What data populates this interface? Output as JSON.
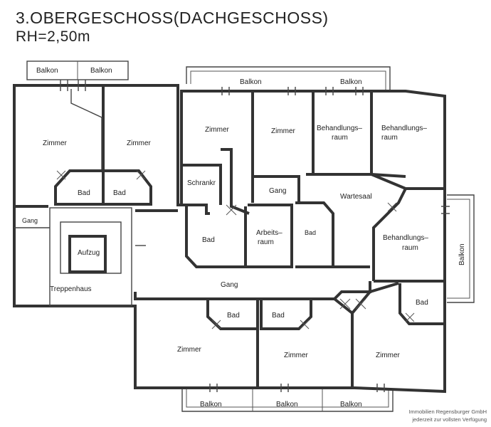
{
  "title": "3.OBERGESCHOSS(DACHGESCHOSS)",
  "subtitle": "RH=2,50m",
  "rooms": {
    "balkon_top_left_1": "Balkon",
    "balkon_top_left_2": "Balkon",
    "balkon_top_mid": "Balkon",
    "balkon_top_right": "Balkon",
    "zimmer_left_1": "Zimmer",
    "zimmer_left_2": "Zimmer",
    "bad_left_1": "Bad",
    "bad_left_2": "Bad",
    "gang_left": "Gang",
    "aufzug": "Aufzug",
    "treppenhaus": "Treppenhaus",
    "zimmer_mid_1": "Zimmer",
    "zimmer_mid_2": "Zimmer",
    "behandlungsraum_1_line1": "Behandlungs–",
    "behandlungsraum_1_line2": "raum",
    "behandlungsraum_2_line1": "Behandlungs–",
    "behandlungsraum_2_line2": "raum",
    "schrankr": "Schrankr",
    "gang_center": "Gang",
    "wartesaal": "Wartesaal",
    "bad_center": "Bad",
    "arbeitsraum_line1": "Arbeits–",
    "arbeitsraum_line2": "raum",
    "bad_small": "Bad",
    "behandlungsraum_3_line1": "Behandlungs–",
    "behandlungsraum_3_line2": "raum",
    "balkon_right": "Balkon",
    "gang_main": "Gang",
    "bad_bottom_1": "Bad",
    "bad_bottom_2": "Bad",
    "bad_bottom_3": "Bad",
    "zimmer_bottom_1": "Zimmer",
    "zimmer_bottom_2": "Zimmer",
    "zimmer_bottom_3": "Zimmer",
    "balkon_bottom_1": "Balkon",
    "balkon_bottom_2": "Balkon",
    "balkon_bottom_3": "Balkon"
  },
  "footer": {
    "line1": "Immobilien Regensburger GmbH",
    "line2": "jederzeit zur vollsten Verfügung"
  }
}
